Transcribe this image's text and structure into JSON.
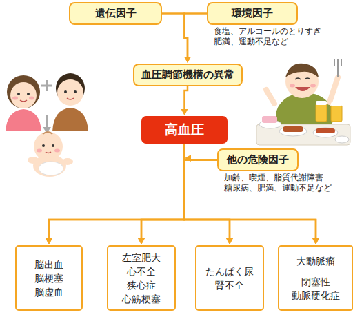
{
  "diagram": {
    "nodes": [
      {
        "text": [
          "遺伝因子"
        ]
      },
      {
        "text": [
          "環境因子",
          "食塩、アルコールのとりすぎ 肥満、運動不足など"
        ]
      },
      {
        "text": [
          "血圧調節機構の異常"
        ]
      },
      {
        "text": [
          "高血圧"
        ]
      },
      {
        "text": [
          "他の危険因子",
          "加齢、喫煙、脂質代謝障害 糖尿病、肥満、運動不足など"
        ]
      },
      {
        "text": [
          "脳出血",
          "脳梗塞",
          "脳虚血"
        ]
      },
      {
        "text": [
          "左室肥大",
          "心不全",
          "狭心症",
          "心筋梗塞"
        ]
      },
      {
        "text": [
          "たんぱく尿",
          "腎不全"
        ]
      },
      {
        "text": [
          "大動脈瘤",
          "閉塞性 動脈硬化症"
        ]
      }
    ],
    "edges": [
      {
        "from": 0,
        "to": 2,
        "arrow": "to"
      },
      {
        "from": 1,
        "to": 2,
        "arrow": "to"
      },
      {
        "from": 2,
        "to": 3,
        "arrow": "to"
      },
      {
        "from": 3,
        "to": 5,
        "arrow": "to"
      },
      {
        "from": 3,
        "to": 6,
        "arrow": "to"
      },
      {
        "from": 3,
        "to": 7,
        "arrow": "to"
      },
      {
        "from": 3,
        "to": 8,
        "arrow": "to"
      },
      {
        "from": 4,
        "to": 5,
        "arrow": "to"
      },
      {
        "from": 4,
        "to": 6,
        "arrow": "to"
      },
      {
        "from": 4,
        "to": 7,
        "arrow": "to"
      },
      {
        "from": 4,
        "to": 8,
        "arrow": "to"
      }
    ]
  }
}
